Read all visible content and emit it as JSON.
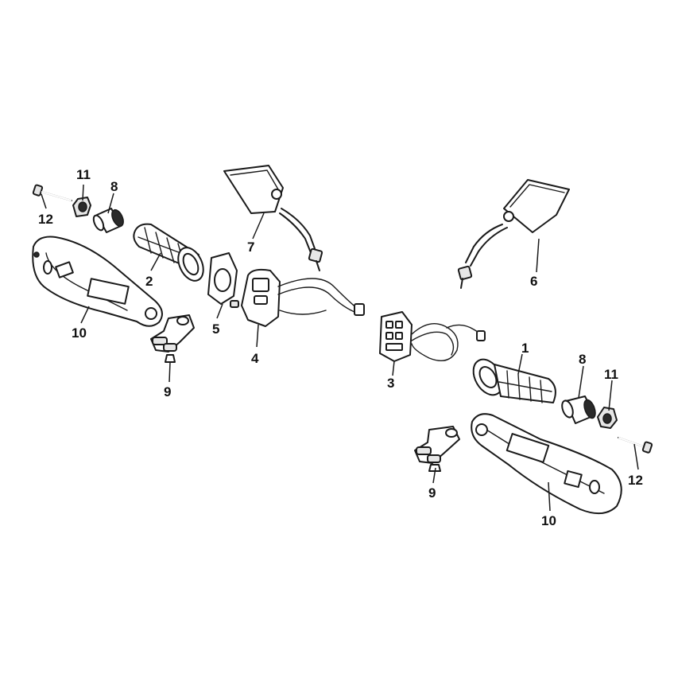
{
  "callouts": [
    {
      "id": "c1",
      "text": "1"
    },
    {
      "id": "c2",
      "text": "2"
    },
    {
      "id": "c3",
      "text": "3"
    },
    {
      "id": "c4",
      "text": "4"
    },
    {
      "id": "c5",
      "text": "5"
    },
    {
      "id": "c6",
      "text": "6"
    },
    {
      "id": "c7",
      "text": "7"
    },
    {
      "id": "c8a",
      "text": "8"
    },
    {
      "id": "c8b",
      "text": "8"
    },
    {
      "id": "c9a",
      "text": "9"
    },
    {
      "id": "c9b",
      "text": "9"
    },
    {
      "id": "c10a",
      "text": "10"
    },
    {
      "id": "c10b",
      "text": "10"
    },
    {
      "id": "c11a",
      "text": "11"
    },
    {
      "id": "c11b",
      "text": "11"
    },
    {
      "id": "c12a",
      "text": "12"
    },
    {
      "id": "c12b",
      "text": "12"
    }
  ]
}
